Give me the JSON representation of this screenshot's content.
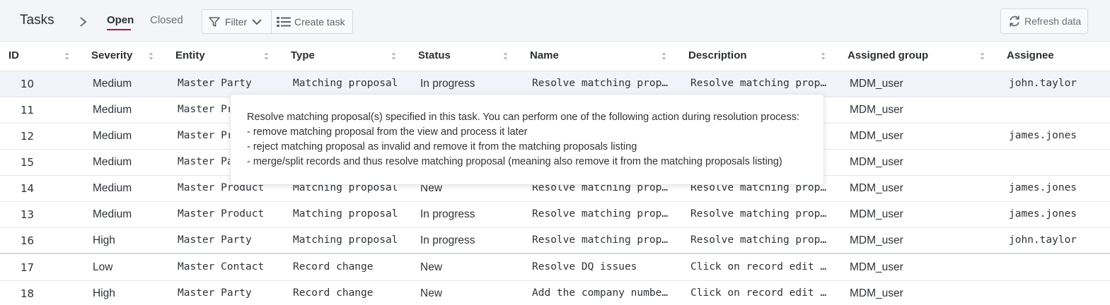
{
  "header": {
    "title": "Tasks",
    "breadcrumb_icon": "chevron-right-icon",
    "tabs": [
      {
        "label": "Open",
        "active": true
      },
      {
        "label": "Closed",
        "active": false
      }
    ],
    "filter_label": "Filter",
    "filter_icons": [
      "filter-icon",
      "chevron-down-icon"
    ],
    "create_label": "Create task",
    "create_icon": "list-icon",
    "refresh_label": "Refresh data",
    "refresh_icon": "refresh-icon",
    "accent_color": "#b4124e"
  },
  "table": {
    "columns": [
      "ID",
      "Severity",
      "Entity",
      "Type",
      "Status",
      "Name",
      "Description",
      "Assigned group",
      "Assignee"
    ],
    "sortable_icon": "sort-icon",
    "rows": [
      {
        "id": "10",
        "severity": "Medium",
        "entity": "Master Party",
        "type": "Matching proposal",
        "status": "In progress",
        "name": "Resolve matching prop…",
        "description": "Resolve matching prop…",
        "group": "MDM_user",
        "assignee": "john.taylor"
      },
      {
        "id": "11",
        "severity": "Medium",
        "entity": "Master Pr",
        "type": "",
        "status": "",
        "name": "",
        "description": "",
        "group": "MDM_user",
        "assignee": ""
      },
      {
        "id": "12",
        "severity": "Medium",
        "entity": "Master Pr",
        "type": "",
        "status": "",
        "name": "",
        "description": "",
        "group": "MDM_user",
        "assignee": "james.jones"
      },
      {
        "id": "15",
        "severity": "Medium",
        "entity": "Master Pa",
        "type": "",
        "status": "",
        "name": "",
        "description": "",
        "group": "MDM_user",
        "assignee": ""
      },
      {
        "id": "14",
        "severity": "Medium",
        "entity": "Master Product",
        "type": "Matching proposal",
        "status": "New",
        "name": "Resolve matching prop…",
        "description": "Resolve matching prop…",
        "group": "MDM_user",
        "assignee": "james.jones"
      },
      {
        "id": "13",
        "severity": "Medium",
        "entity": "Master Product",
        "type": "Matching proposal",
        "status": "In progress",
        "name": "Resolve matching prop…",
        "description": "Resolve matching prop…",
        "group": "MDM_user",
        "assignee": "james.jones"
      },
      {
        "id": "16",
        "severity": "High",
        "entity": "Master Party",
        "type": "Matching proposal",
        "status": "In progress",
        "name": "Resolve matching prop…",
        "description": "Resolve matching prop…",
        "group": "MDM_user",
        "assignee": "john.taylor"
      },
      {
        "id": "17",
        "severity": "Low",
        "entity": "Master Contact",
        "type": "Record change",
        "status": "New",
        "name": "Resolve DQ issues",
        "description": "Click on record edit …",
        "group": "MDM_user",
        "assignee": ""
      },
      {
        "id": "18",
        "severity": "High",
        "entity": "Master Party",
        "type": "Record change",
        "status": "New",
        "name": "Add the company numbe…",
        "description": "Click on record edit …",
        "group": "MDM_user",
        "assignee": ""
      }
    ]
  },
  "tooltip": {
    "lines": [
      "Resolve matching proposal(s) specified in this task. You can perform one of the following action during resolution process:",
      "- remove matching proposal from the view and process it later",
      "- reject matching proposal as invalid and remove it from the matching proposals listing",
      "- merge/split records and thus resolve matching proposal (meaning also remove it from the matching proposals listing)"
    ]
  }
}
